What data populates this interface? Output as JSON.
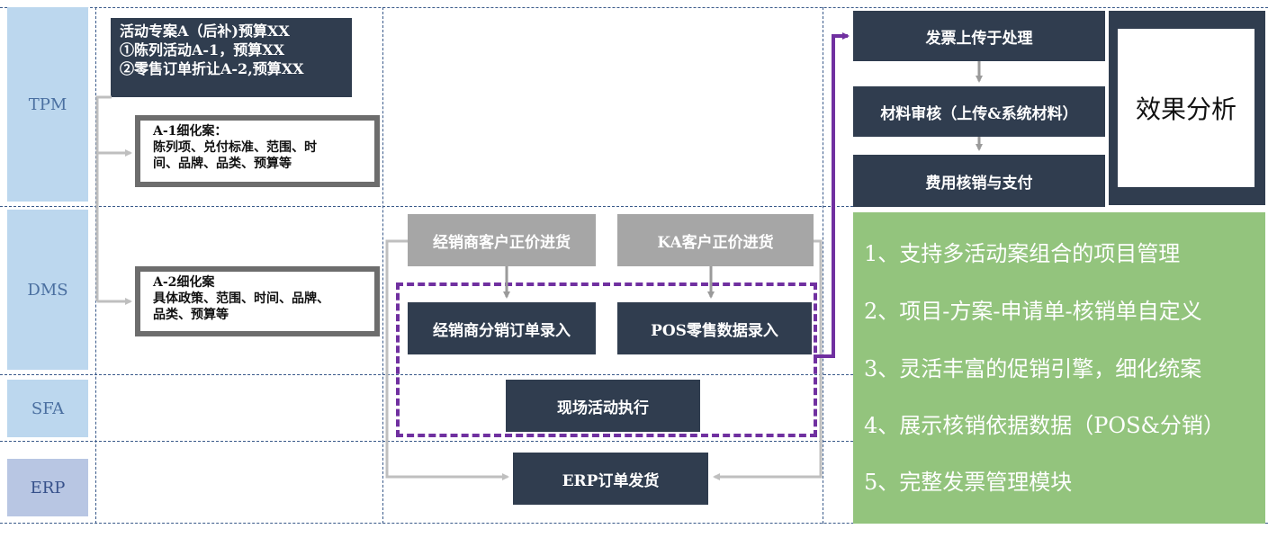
{
  "lanes": {
    "tpm": "TPM",
    "dms": "DMS",
    "sfa": "SFA",
    "erp": "ERP"
  },
  "plan": {
    "line1": "活动专案A（后补)预算XX",
    "line2": "①陈列活动A-1，预算XX",
    "line3": "②零售订单折让A-2,预算XX"
  },
  "detail_a1": {
    "title": "A-1细化案：",
    "line1": "陈列项、兑付标准、范围、时",
    "line2": "间、品牌、品类、预算等"
  },
  "detail_a2": {
    "title": "A-2细化案",
    "line1": "具体政策、范围、时间、品牌、",
    "line2": "品类、预算等"
  },
  "process": {
    "dealer_purchase": "经销商客户正价进货",
    "ka_purchase": "KA客户正价进货",
    "dealer_order": "经销商分销订单录入",
    "pos_entry": "POS零售数据录入",
    "field_activity": "现场活动执行",
    "erp_delivery": "ERP订单发货"
  },
  "finance": {
    "invoice": "发票上传于处理",
    "review": "材料审核（上传&系统材料）",
    "payment": "费用核销与支付"
  },
  "effect": {
    "label": "效果分析"
  },
  "features": [
    "1、支持多活动案组合的项目管理",
    "2、项目-方案-申请单-核销单自定义",
    "3、灵活丰富的促销引擎，细化统案",
    "4、展示核销依据数据（POS&分销）",
    "5、完整发票管理模块"
  ],
  "colors": {
    "dark_box": "#303d4f",
    "gray_box": "#a6a6a6",
    "lane_blue": "#bcd7ee",
    "feature_green": "#93c47d",
    "purple": "#7030a0"
  }
}
